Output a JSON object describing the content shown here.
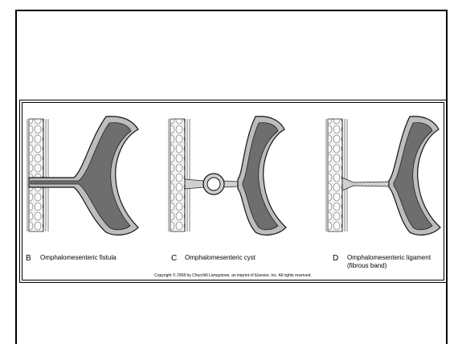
{
  "figure": {
    "panels": [
      {
        "letter": "B",
        "caption": "Omphalomesenteric fistula"
      },
      {
        "letter": "C",
        "caption": "Omphalomesenteric cyst"
      },
      {
        "letter": "D",
        "caption": "Omphalomesenteric ligament\n(fibrous band)"
      }
    ],
    "copyright": "Copyright © 2008 by Churchill Livingstone, an imprint of Elsevier, Inc. All rights reserved."
  }
}
